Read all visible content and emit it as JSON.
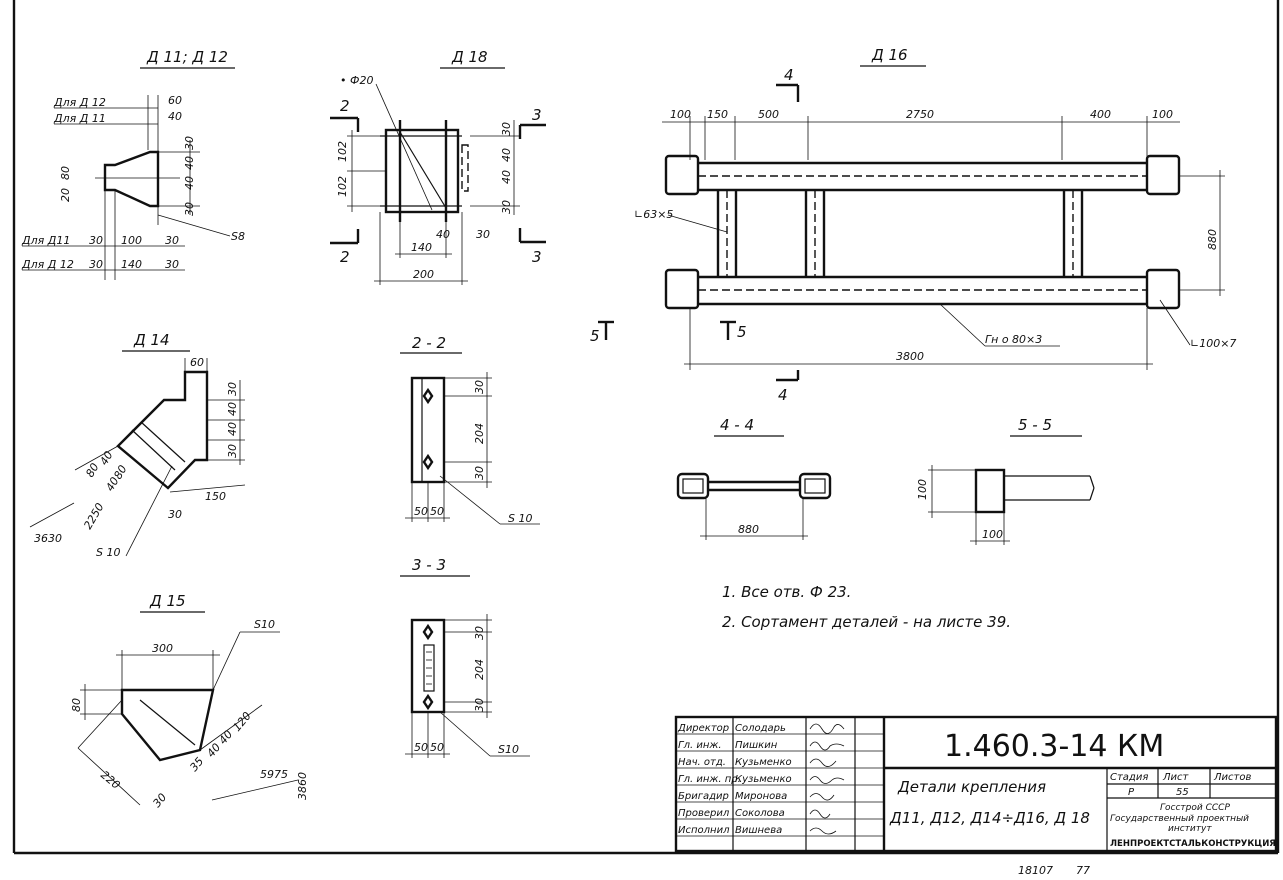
{
  "titles": {
    "d11_12": "Д 11; Д 12",
    "d18": "Д 18",
    "d16": "Д 16",
    "d14": "Д 14",
    "s22": "2 - 2",
    "s33": "3 - 3",
    "d15": "Д 15",
    "s44": "4 - 4",
    "s55": "5 - 5"
  },
  "d11": {
    "dla_d12": "Для Д 12",
    "dla_d11": "Для Д 11",
    "v60": "60",
    "v40": "40",
    "v30a": "30",
    "v40b": "40",
    "v40c": "40",
    "v30b": "30",
    "v20": "20",
    "v80": "80",
    "row1_label": "Для Д11",
    "row1_a": "30",
    "row1_b": "100",
    "row1_c": "30",
    "row2_label": "Для Д 12",
    "row2_a": "30",
    "row2_b": "140",
    "row2_c": "30",
    "s8": "S8"
  },
  "d18": {
    "hole": "• Ф20",
    "cut2a": "2",
    "cut2b": "2",
    "cut3a": "3",
    "cut3b": "3",
    "v102a": "102",
    "v102b": "102",
    "v30a": "30",
    "v40a": "40",
    "v40b": "40",
    "v30b": "30",
    "v40c": "40",
    "v30c": "30",
    "v140": "140",
    "v200": "200"
  },
  "d16": {
    "d100a": "100",
    "d150": "150",
    "d500": "500",
    "d2750": "2750",
    "d400": "400",
    "d100b": "100",
    "angle63": "∟63×5",
    "v880": "880",
    "pipe": "Гн о 80×3",
    "angle100": "∟100×7",
    "d3800": "3800",
    "cut4a": "4",
    "cut4b": "4",
    "cut5a": "5",
    "cut5b": "5"
  },
  "d14": {
    "v60": "60",
    "v30a": "30",
    "v40a": "40",
    "v40b": "40",
    "v30b": "30",
    "v150": "150",
    "v30c": "30",
    "v80a": "80",
    "v40c": "40",
    "v40d": "40",
    "v80b": "80",
    "v2250": "2250",
    "v3630": "3630",
    "s10": "S 10"
  },
  "s22": {
    "v30a": "30",
    "v204": "204",
    "v30b": "30",
    "v50a": "50",
    "v50b": "50",
    "s10": "S 10"
  },
  "s33": {
    "v30a": "30",
    "v204": "204",
    "v30b": "30",
    "v50a": "50",
    "v50b": "50",
    "s10": "S10"
  },
  "d15": {
    "s10": "S10",
    "v300": "300",
    "v80": "80",
    "v220": "220",
    "v30": "30",
    "v35": "35",
    "v40a": "40",
    "v40b": "40",
    "v120": "120",
    "v5975": "5975",
    "v3860": "3860"
  },
  "s44": {
    "v880": "880"
  },
  "s55": {
    "v100a": "100",
    "v100b": "100"
  },
  "notes": [
    "1. Все отв. Ф 23.",
    "2. Сортамент деталей - на листе 39."
  ],
  "title_block": {
    "roles": [
      "Директор",
      "Гл. инж.",
      "Нач. отд.",
      "Гл. инж. пр.",
      "Бригадир",
      "Проверил",
      "Исполнил"
    ],
    "names": [
      "Солодарь",
      "Пишкин",
      "Кузьменко",
      "Кузьменко",
      "Миронова",
      "Соколова",
      "Вишнева"
    ],
    "code": "1.460.3-14 КМ",
    "title_line1": "Детали крепления",
    "title_line2": "Д11, Д12, Д14÷Д16, Д 18",
    "stage_h": "Стадия",
    "sheet_h": "Лист",
    "sheets_h": "Листов",
    "stage": "Р",
    "sheet": "55",
    "org1": "Госстрой СССР",
    "org2": "Государственный проектный",
    "org3": "институт",
    "org4": "ЛЕНПРОЕКТСТАЛЬКОНСТРУКЦИЯ"
  },
  "footer": {
    "archive": "18107",
    "page": "77"
  }
}
